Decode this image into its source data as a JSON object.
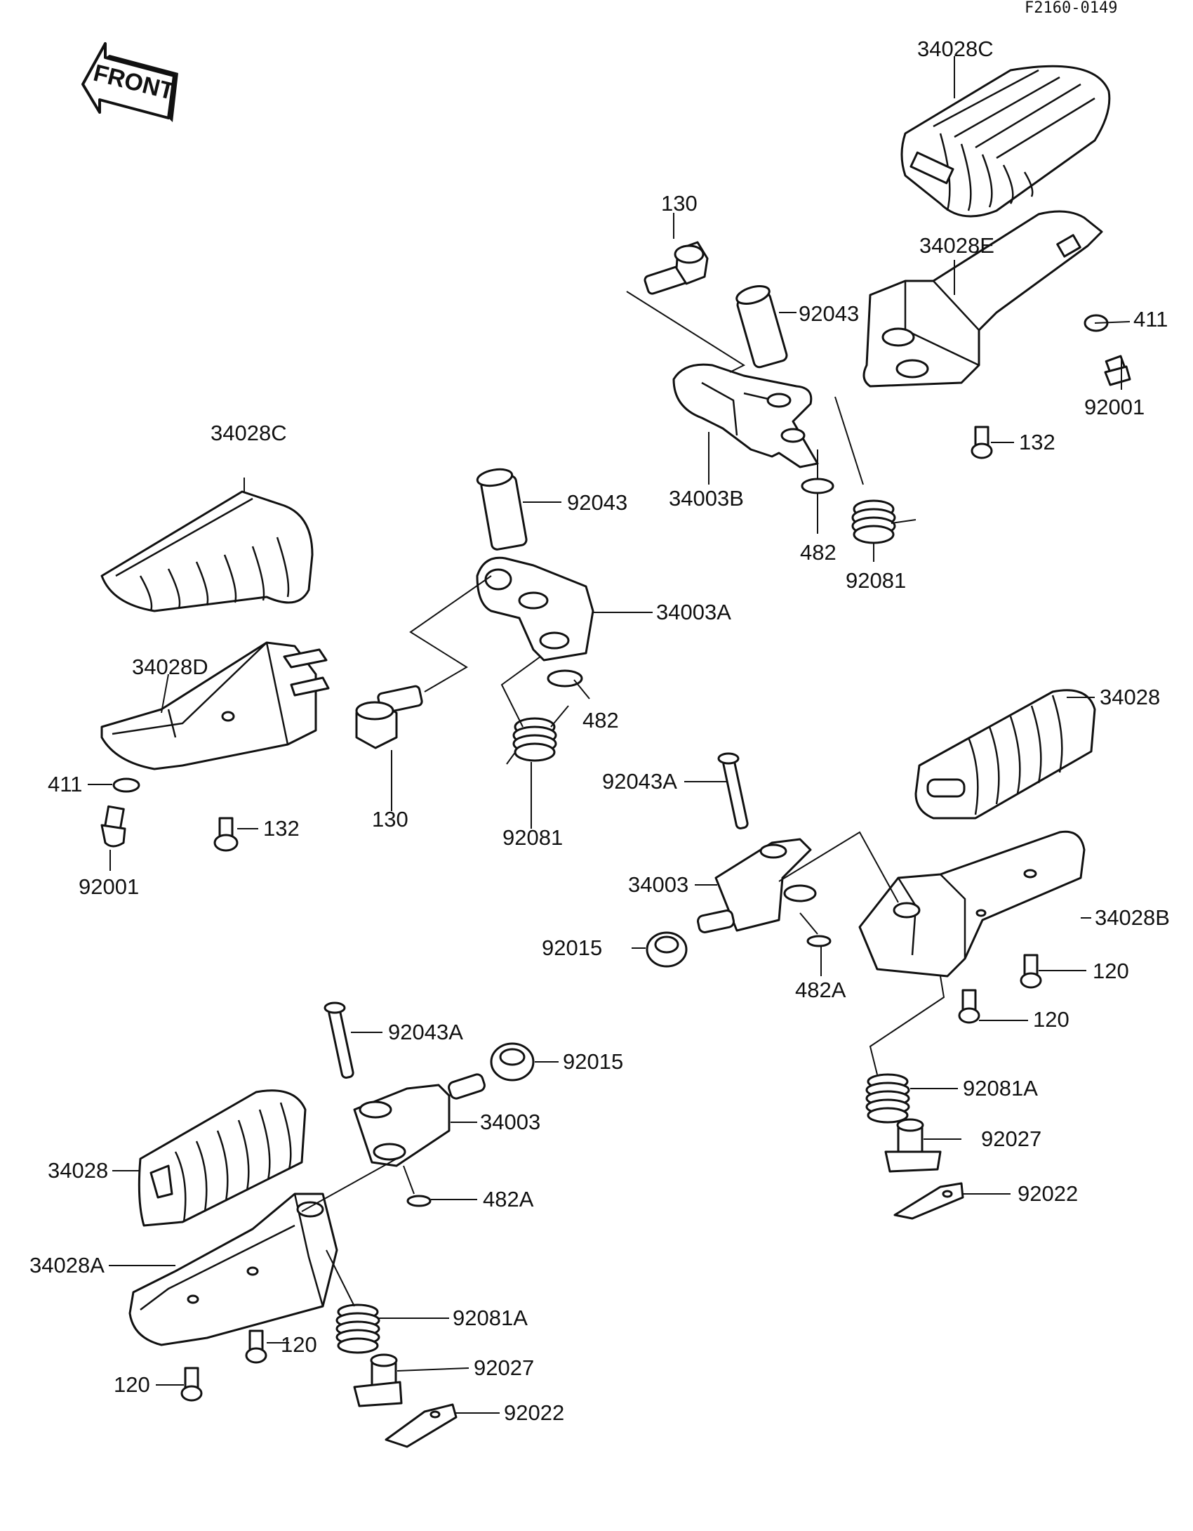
{
  "diagram_code": "F2160-0149",
  "front_arrow_label": "FRONT",
  "labels": {
    "p34028C_top": "34028C",
    "p130_top": "130",
    "p92043_top": "92043",
    "p34028E": "34028E",
    "p411_right": "411",
    "p92001_right": "92001",
    "p132_right": "132",
    "p34003B": "34003B",
    "p482_top": "482",
    "p92081_top": "92081",
    "p34028C_left": "34028C",
    "p92043_mid": "92043",
    "p34003A": "34003A",
    "p34028D": "34028D",
    "p482_mid": "482",
    "p411_left": "411",
    "p132_left": "132",
    "p130_mid": "130",
    "p92081_mid": "92081",
    "p92001_left": "92001",
    "p34028_right": "34028",
    "p92043A_mid": "92043A",
    "p34003_mid": "34003",
    "p34028B": "34028B",
    "p92015_mid": "92015",
    "p482A_mid": "482A",
    "p120_a": "120",
    "p120_b": "120",
    "p92081A_right": "92081A",
    "p92027_right": "92027",
    "p92022_right": "92022",
    "p92043A_low": "92043A",
    "p92015_low": "92015",
    "p34003_low": "34003",
    "p34028_left": "34028",
    "p482A_low": "482A",
    "p34028A": "34028A",
    "p92081A_low": "92081A",
    "p120_c": "120",
    "p92027_low": "92027",
    "p120_d": "120",
    "p92022_low": "92022"
  }
}
